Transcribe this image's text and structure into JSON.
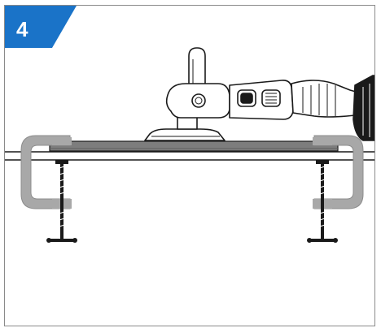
{
  "step": {
    "number": "4"
  },
  "colors": {
    "badge_accent": "#1a73c8",
    "frame_border": "#8a8a8a",
    "clamp_gray": "#a8a8a8",
    "line_art": "#1a1a1a",
    "board_fill": "#7d7d7d"
  },
  "illustration": {
    "depicts": [
      "rotary-polisher-icon",
      "workpiece-board",
      "c-clamp-icon",
      "c-clamp-icon",
      "workbench"
    ]
  }
}
